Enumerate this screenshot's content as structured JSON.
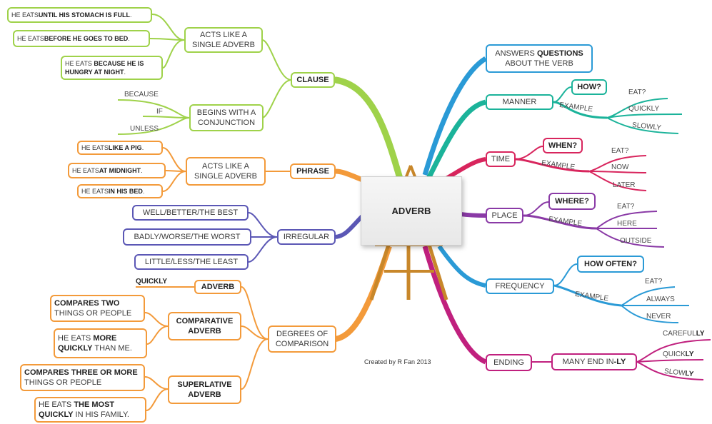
{
  "center": "ADVERB",
  "credit": "Created by R Fan 2013",
  "colors": {
    "green": "#9fd24a",
    "orange": "#f39a3a",
    "purple": "#5b57b5",
    "blue": "#2a9ad6",
    "teal": "#1bb39a",
    "red": "#d8255d",
    "violet": "#8a3aa6",
    "magenta": "#c0207e",
    "wood": "#c8872a"
  },
  "clause": {
    "label": "CLAUSE",
    "acts": "ACTS LIKE A SINGLE ADVERB",
    "ex1": [
      "HE EATS ",
      "UNTIL HIS STOMACH IS FULL",
      "."
    ],
    "ex2": [
      "HE EATS ",
      "BEFORE HE GOES TO BED",
      "."
    ],
    "ex3": [
      "HE EATS ",
      "BECAUSE HE IS HUNGRY AT NIGHT",
      "."
    ],
    "begins": "BEGINS WITH A CONJUNCTION",
    "conj": [
      "BECAUSE",
      "IF",
      "UNLESS"
    ]
  },
  "phrase": {
    "label": "PHRASE",
    "acts": "ACTS LIKE A SINGLE ADVERB",
    "ex1": [
      "HE EATS ",
      "LIKE A PIG",
      "."
    ],
    "ex2": [
      "HE EATS ",
      "AT MIDNIGHT",
      "."
    ],
    "ex3": [
      "HE EATS ",
      "IN HIS BED",
      "."
    ]
  },
  "irregular": {
    "label": "IRREGULAR",
    "items": [
      "WELL/BETTER/THE BEST",
      "BADLY/WORSE/THE WORST",
      "LITTLE/LESS/THE LEAST"
    ]
  },
  "degrees": {
    "label": "DEGREES OF COMPARISON",
    "adverb": "ADVERB",
    "quickly": "QUICKLY",
    "comparative": "COMPARATIVE ADVERB",
    "comp_desc": [
      "COMPARES TWO",
      " THINGS OR PEOPLE"
    ],
    "comp_ex": [
      "HE EATS ",
      "MORE QUICKLY",
      " THAN ME."
    ],
    "superlative": "SUPERLATIVE ADVERB",
    "sup_desc": [
      "COMPARES THREE OR MORE",
      " THINGS OR PEOPLE"
    ],
    "sup_ex": [
      "HE EATS ",
      "THE MOST QUICKLY",
      " IN HIS FAMILY."
    ]
  },
  "answers": [
    "ANSWERS ",
    "QUESTIONS",
    " ABOUT THE VERB"
  ],
  "manner": {
    "label": "MANNER",
    "q": "HOW?",
    "example": "EXAMPLE",
    "items": [
      "EAT?",
      "QUICKLY",
      "SLOWLY"
    ]
  },
  "time": {
    "label": "TIME",
    "q": "WHEN?",
    "example": "EXAMPLE",
    "items": [
      "EAT?",
      "NOW",
      "LATER"
    ]
  },
  "place": {
    "label": "PLACE",
    "q": "WHERE?",
    "example": "EXAMPLE",
    "items": [
      "EAT?",
      "HERE",
      "OUTSIDE"
    ]
  },
  "frequency": {
    "label": "FREQUENCY",
    "q": "HOW OFTEN?",
    "example": "EXAMPLE",
    "items": [
      "EAT?",
      "ALWAYS",
      "NEVER"
    ]
  },
  "ending": {
    "label": "ENDING",
    "many": [
      "MANY END IN ",
      "-LY"
    ],
    "items": [
      [
        "CAREFUL",
        "LY"
      ],
      [
        "QUICK",
        "LY"
      ],
      [
        "SLOW",
        "LY"
      ]
    ]
  }
}
